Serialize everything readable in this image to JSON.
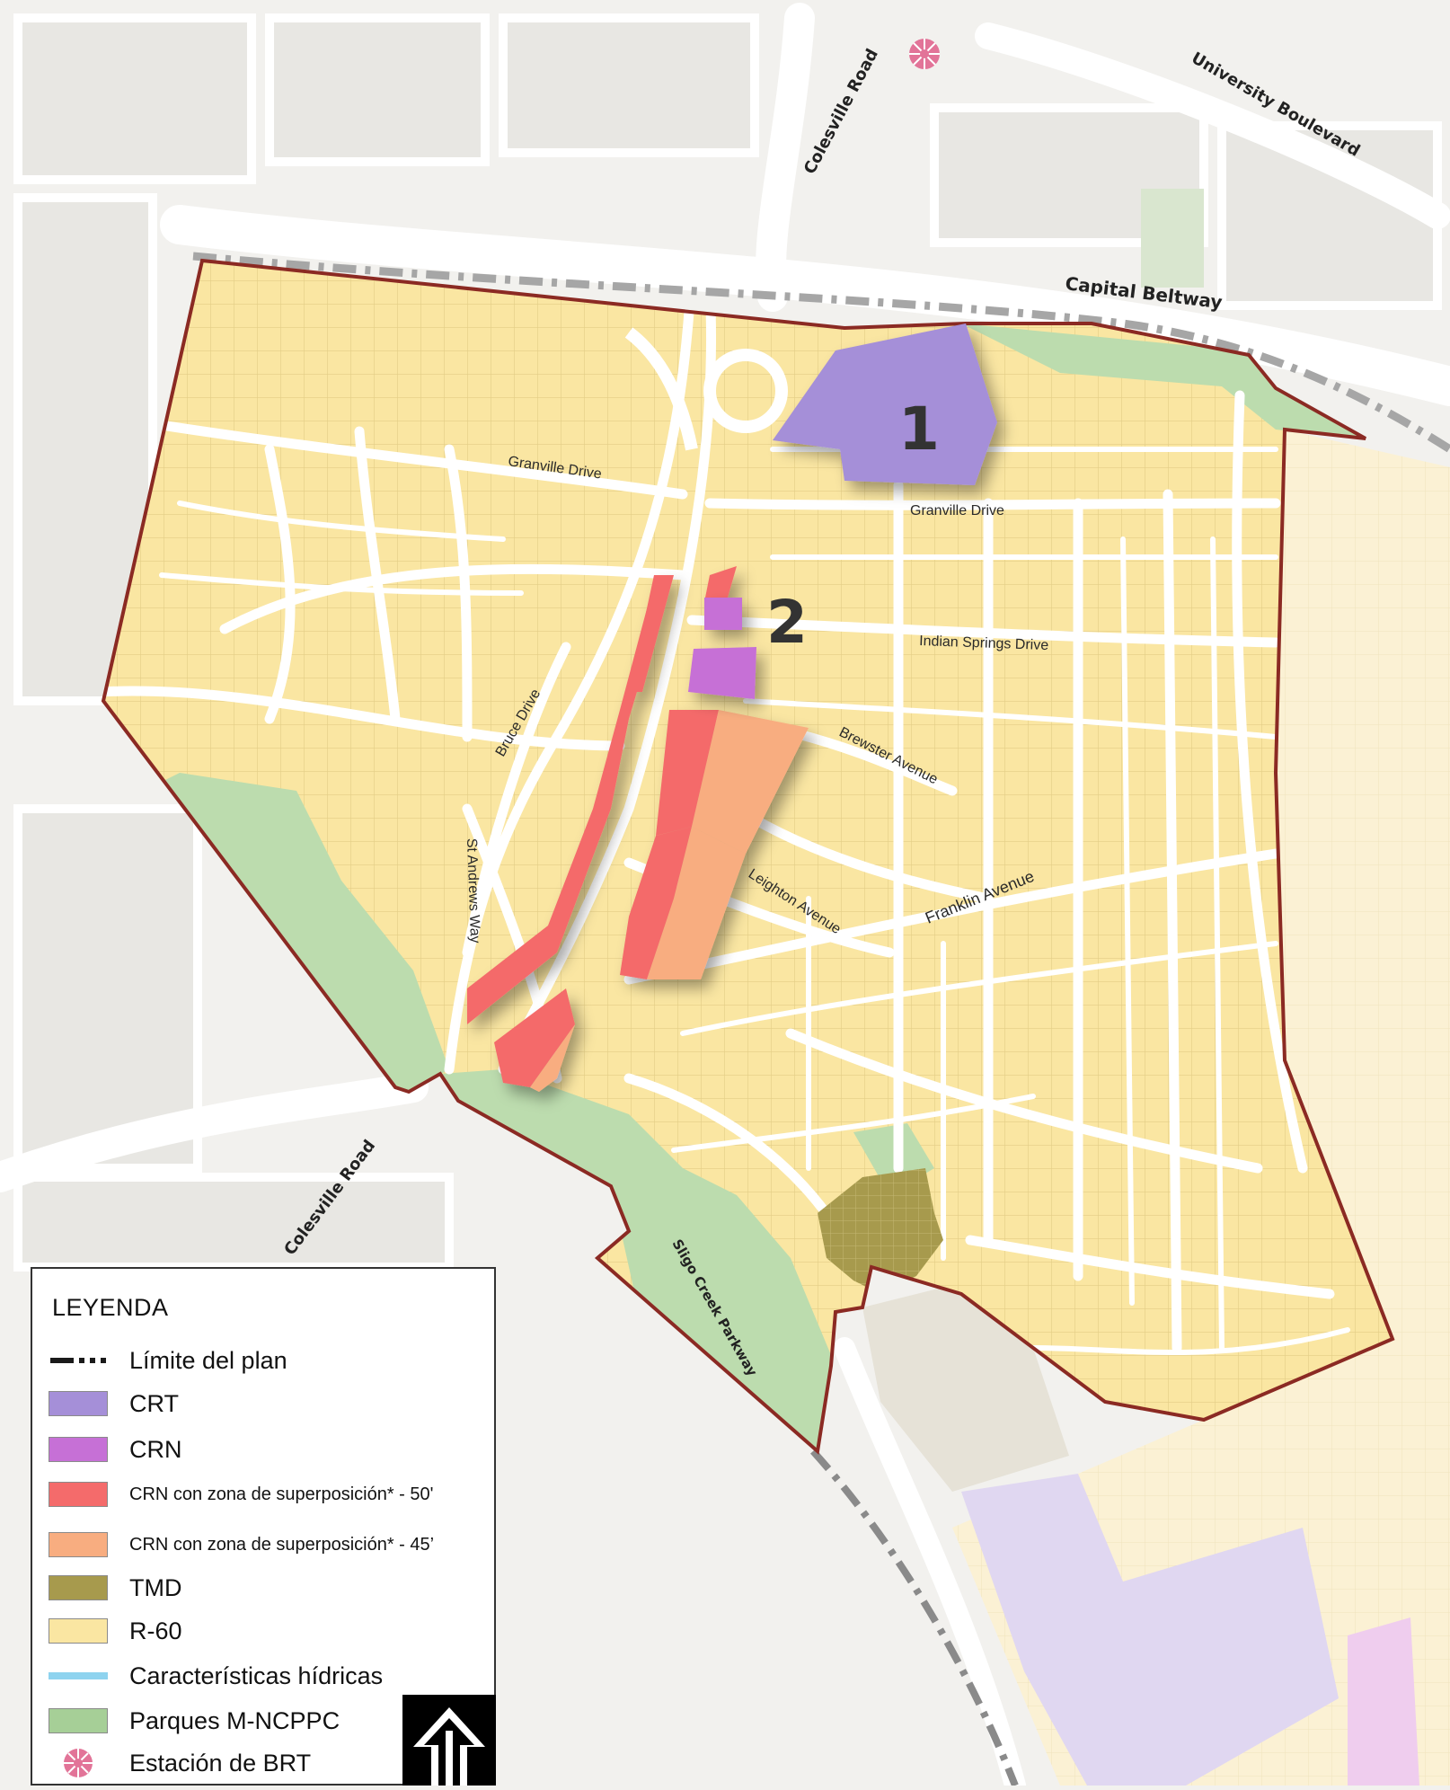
{
  "roads": {
    "colesville_north": "Colesville Road",
    "university": "University Boulevard",
    "capital_beltway": "Capital Beltway",
    "granville_west": "Granville Drive",
    "granville_east": "Granville Drive",
    "indian_springs": "Indian Springs Drive",
    "bruce": "Bruce Drive",
    "brewster": "Brewster Avenue",
    "st_andrews": "St Andrews Way",
    "leighton": "Leighton Avenue",
    "franklin": "Franklin Avenue",
    "colesville_south": "Colesville Road",
    "sligo": "Sligo Creek Parkway"
  },
  "area_labels": [
    "1",
    "2"
  ],
  "legend": {
    "title": "LEYENDA",
    "items": [
      {
        "label": "Límite del plan",
        "type": "line",
        "color": "#1a1a1a"
      },
      {
        "label": "CRT",
        "type": "swatch",
        "color": "#a58fd8"
      },
      {
        "label": "CRN",
        "type": "swatch",
        "color": "#c670d6"
      },
      {
        "label": "CRN con zona de superposición* - 50'",
        "type": "swatch",
        "color": "#f46b6b",
        "small": true
      },
      {
        "label": "CRN con zona de superposición* - 45’",
        "type": "swatch",
        "color": "#f8ad80",
        "small": true
      },
      {
        "label": "TMD",
        "type": "swatch",
        "color": "#a79a4d"
      },
      {
        "label": "R-60",
        "type": "swatch",
        "color": "#fae6a2"
      },
      {
        "label": "Características hídricas",
        "type": "water",
        "color": "#8ed3ef"
      },
      {
        "label": "Parques M-NCPPC",
        "type": "swatch",
        "color": "#a6cf97"
      },
      {
        "label": "Estación de BRT",
        "type": "star",
        "color": "#e27498"
      }
    ]
  },
  "colors": {
    "background": "#f2f1ee",
    "road": "#ffffff",
    "boundary": "#8b2a23",
    "residential": "#fae6a2",
    "park": "#bcdcae",
    "crt": "#a58fd8",
    "crn": "#c670d6",
    "crn50": "#f46b6b",
    "crn45": "#f8ad80",
    "tmd": "#a79a4d",
    "beltway_dash": "#a6a6a6",
    "brt_star": "#e27498"
  },
  "icons": {
    "brt_station": "brt-star-icon",
    "north": "north-arrow-icon"
  }
}
